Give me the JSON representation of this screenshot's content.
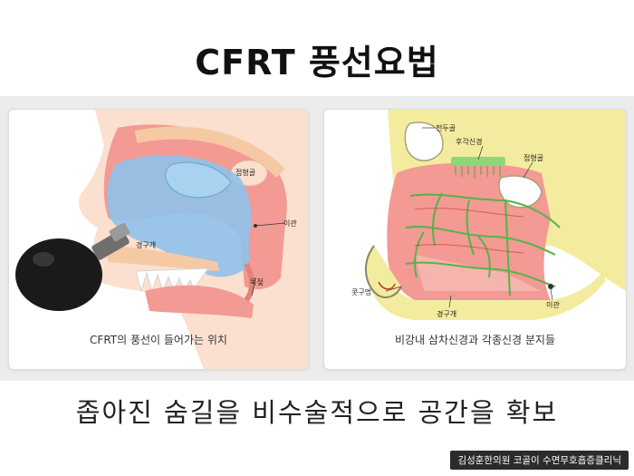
{
  "title": "CFRT 풍선요법",
  "left_panel": {
    "caption": "CFRT의 풍선이 들어가는 위치",
    "labels": {
      "sphenoid": "접형골",
      "eustachian": "이관",
      "palate": "경구개",
      "pharynx": "목젖"
    }
  },
  "right_panel": {
    "caption": "비강내 삼차신경과 각종신경 분지들",
    "labels": {
      "frontal": "전두골",
      "olfactory": "후각신경",
      "sphenoid": "접형골",
      "nostril": "콧구멍",
      "palate": "경구개",
      "eustachian": "이관"
    }
  },
  "subtitle": "좁아진 숨길을 비수술적으로 공간을 확보",
  "watermark": "김성훈한의원 코골이 수면무호흡증클리닉"
}
